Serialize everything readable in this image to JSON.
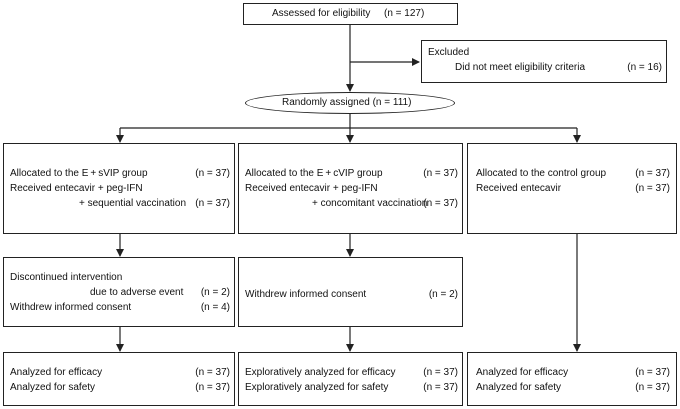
{
  "assessed": {
    "label": "Assessed for eligibility",
    "n": "(n = 127)"
  },
  "excluded": {
    "title": "Excluded",
    "reason": "Did not meet eligibility criteria",
    "n": "(n = 16)"
  },
  "randomized": {
    "label": "Randomly assigned (n = 111)"
  },
  "arms": [
    {
      "alloc": {
        "line1": "Allocated to the E + sVIP group",
        "n1": "(n = 37)",
        "line2": "Received entecavir + peg-IFN",
        "line3": "+ sequential vaccination",
        "n3": "(n = 37)"
      },
      "followup": {
        "line1": "Discontinued intervention",
        "line2": "due to adverse event",
        "n2": "(n = 2)",
        "line3": "Withdrew informed consent",
        "n3": "(n = 4)"
      },
      "analysis": {
        "line1": "Analyzed for efficacy",
        "n1": "(n = 37)",
        "line2": "Analyzed for safety",
        "n2": "(n = 37)"
      }
    },
    {
      "alloc": {
        "line1": "Allocated to the E + cVIP group",
        "n1": "(n = 37)",
        "line2": "Received entecavir + peg-IFN",
        "line3": "+ concomitant vaccination",
        "n3": "(n = 37)"
      },
      "followup": {
        "line1": "Withdrew informed consent",
        "n1": "(n = 2)"
      },
      "analysis": {
        "line1": "Exploratively analyzed for efficacy",
        "n1": "(n = 37)",
        "line2": "Exploratively analyzed for safety",
        "n2": "(n = 37)"
      }
    },
    {
      "alloc": {
        "line1": "Allocated to the control  group",
        "n1": "(n = 37)",
        "line2": "Received entecavir",
        "n2": "(n = 37)"
      },
      "analysis": {
        "line1": "Analyzed for efficacy",
        "n1": "(n = 37)",
        "line2": "Analyzed for safety",
        "n2": "(n = 37)"
      }
    }
  ]
}
